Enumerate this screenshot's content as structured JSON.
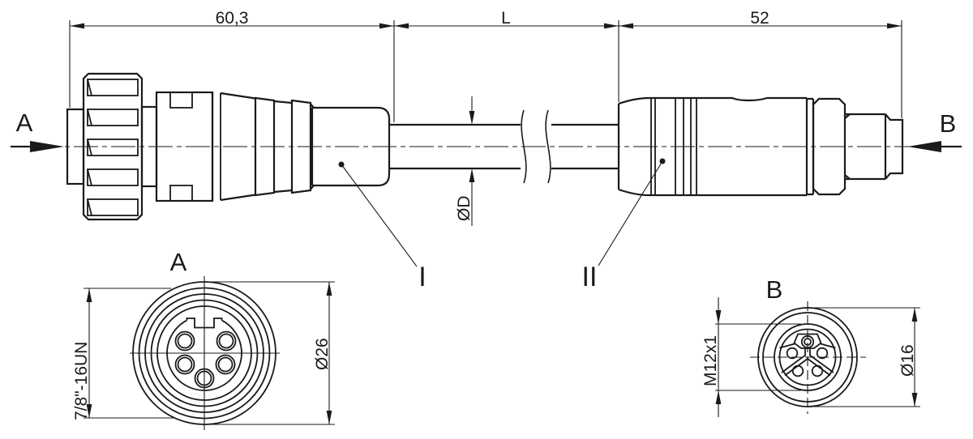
{
  "colors": {
    "line": "#1a1a1a",
    "background": "#ffffff"
  },
  "dimensions": {
    "connector_a_length": "60,3",
    "cable_length": "L",
    "connector_b_length": "52",
    "cable_diameter": "ØD"
  },
  "section_labels": {
    "a": "A",
    "b": "B"
  },
  "part_labels": {
    "i": "I",
    "ii": "II"
  },
  "view_a": {
    "title": "A",
    "thread": "7/8\"-16UN",
    "diameter": "Ø26"
  },
  "view_b": {
    "title": "B",
    "thread": "M12x1",
    "diameter": "Ø16"
  }
}
